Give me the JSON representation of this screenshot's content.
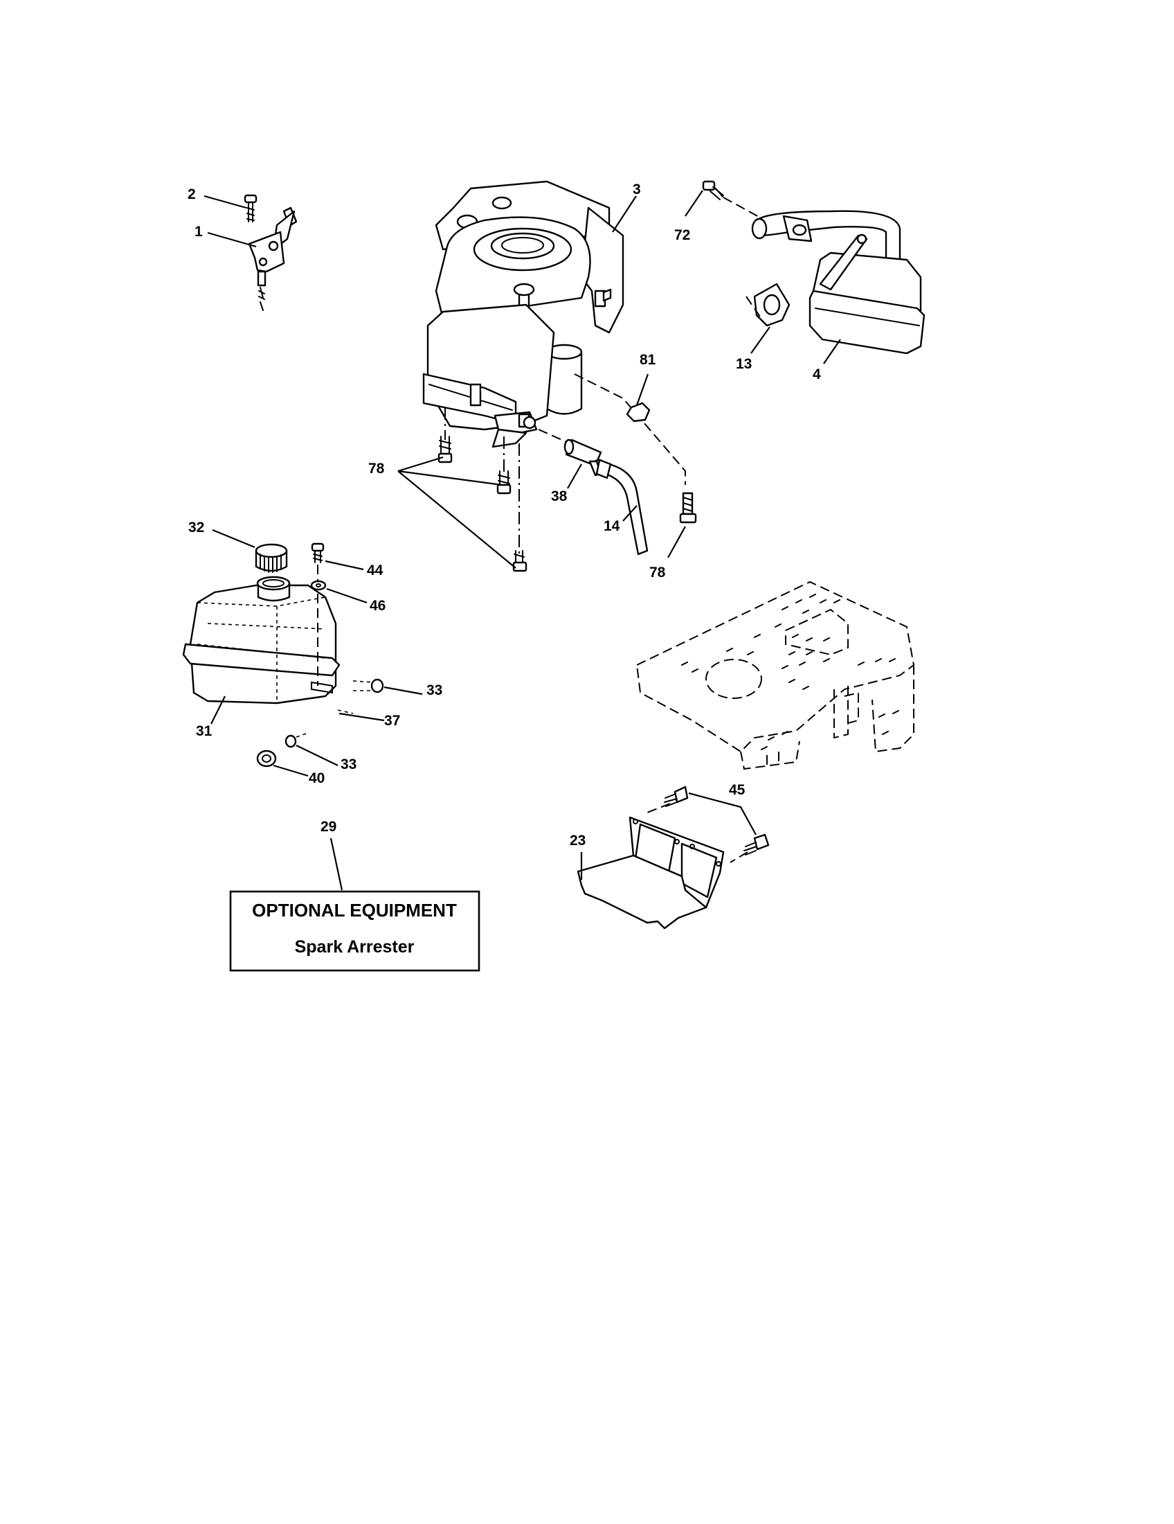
{
  "callouts": {
    "c1": "1",
    "c2": "2",
    "c3": "3",
    "c4": "4",
    "c13": "13",
    "c14": "14",
    "c23": "23",
    "c29": "29",
    "c31": "31",
    "c32": "32",
    "c33a": "33",
    "c33b": "33",
    "c37": "37",
    "c38": "38",
    "c40": "40",
    "c44": "44",
    "c45": "45",
    "c46": "46",
    "c72": "72",
    "c78a": "78",
    "c78b": "78",
    "c81": "81"
  },
  "notice_box": {
    "title": "OPTIONAL EQUIPMENT",
    "subtitle": "Spark Arrester"
  }
}
